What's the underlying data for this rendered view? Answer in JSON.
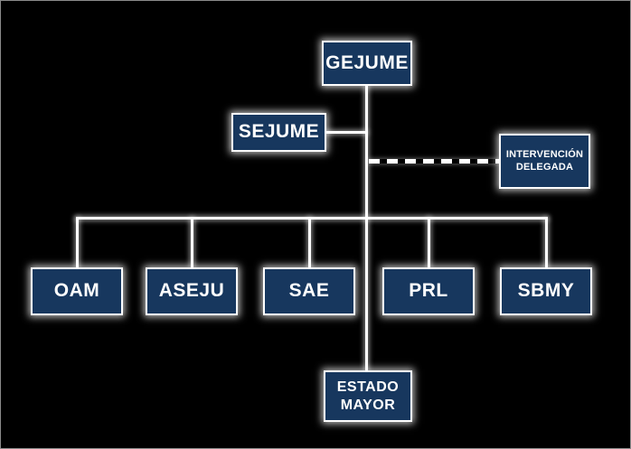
{
  "nodes": {
    "gejume": {
      "label": "GEJUME"
    },
    "sejume": {
      "label": "SEJUME"
    },
    "intervencion": {
      "label": "INTERVENCIÓN DELEGADA"
    },
    "oam": {
      "label": "OAM"
    },
    "aseju": {
      "label": "ASEJU"
    },
    "sae": {
      "label": "SAE"
    },
    "prl": {
      "label": "PRL"
    },
    "sbmy": {
      "label": "SBMY"
    },
    "estado_mayor": {
      "label": "ESTADO MAYOR"
    }
  },
  "connections": [
    {
      "from": "GEJUME",
      "to": "SEJUME",
      "style": "solid"
    },
    {
      "from": "GEJUME",
      "to": "INTERVENCIÓN DELEGADA",
      "style": "dashed"
    },
    {
      "from": "GEJUME",
      "to": "OAM",
      "style": "solid"
    },
    {
      "from": "GEJUME",
      "to": "ASEJU",
      "style": "solid"
    },
    {
      "from": "GEJUME",
      "to": "SAE",
      "style": "solid"
    },
    {
      "from": "GEJUME",
      "to": "PRL",
      "style": "solid"
    },
    {
      "from": "GEJUME",
      "to": "SBMY",
      "style": "solid"
    },
    {
      "from": "GEJUME",
      "to": "ESTADO MAYOR",
      "style": "solid"
    }
  ],
  "colors": {
    "background": "#000000",
    "box_fill": "#17375e",
    "box_border": "#ffffff",
    "line": "#ffffff",
    "text": "#ffffff"
  }
}
